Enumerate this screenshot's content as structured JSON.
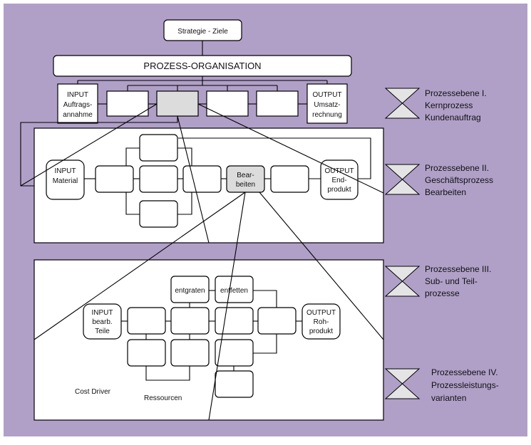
{
  "colors": {
    "background": "#b0a0c8",
    "box": "#ffffff",
    "highlight_box": "#dcdcdc",
    "hourglass": "#e4e4e4"
  },
  "top": {
    "strategy": "Strategie - Ziele",
    "organisation": "PROZESS-ORGANISATION",
    "input": [
      "INPUT",
      "Auftrags-",
      "annahme"
    ],
    "output": [
      "OUTPUT",
      "Umsatz-",
      "rechnung"
    ]
  },
  "level2": {
    "input": [
      "INPUT",
      "Material"
    ],
    "process": [
      "Bear-",
      "beiten"
    ],
    "output": [
      "OUTPUT",
      "End-",
      "produkt"
    ]
  },
  "level3": {
    "input": [
      "INPUT",
      "bearb.",
      "Teile"
    ],
    "step_deburr": "entgraten",
    "step_degrease": "entfetten",
    "output": [
      "OUTPUT",
      "Roh-",
      "produkt"
    ],
    "cost_driver": "Cost Driver",
    "resources": "Ressourcen"
  },
  "legend": [
    {
      "icon": "hourglass-icon",
      "lines": [
        "Prozessebene I.",
        "Kernprozess",
        "Kundenauftrag"
      ]
    },
    {
      "icon": "hourglass-icon",
      "lines": [
        "Prozessebene II.",
        "Geschäftsprozess",
        "Bearbeiten"
      ]
    },
    {
      "icon": "hourglass-icon",
      "lines": [
        "Prozessebene III.",
        "Sub- und Teil-",
        "prozesse"
      ]
    },
    {
      "icon": "hourglass-icon",
      "lines": [
        "Prozessebene IV.",
        "Prozessleistungs-",
        "varianten"
      ]
    }
  ]
}
